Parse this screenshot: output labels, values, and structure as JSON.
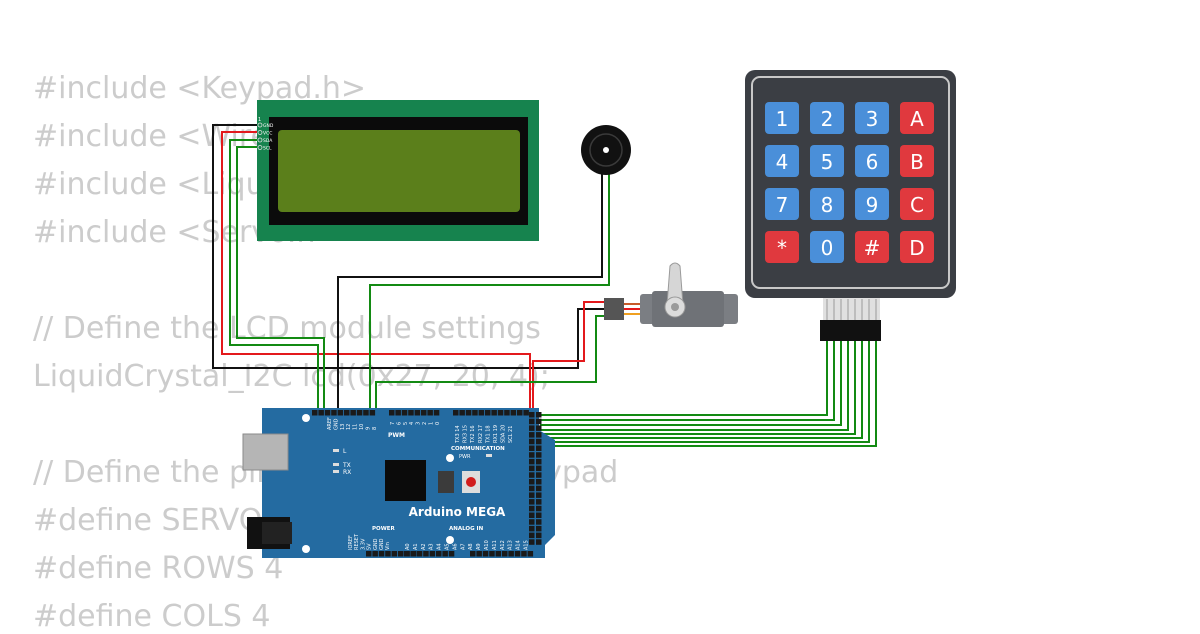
{
  "code": {
    "lines": [
      "#include <Keypad.h>",
      "#include <Wire.h>",
      "#include <LiquidCrystal_I2C.h>",
      "#include <Servo.h>",
      "",
      "// Define the LCD module settings",
      "LiquidCrystal_I2C lcd(0x27, 20, 4);",
      "",
      "// Define the pins for servo and keypad",
      "#define SERVO_PIN 9",
      "#define ROWS 4",
      "#define COLS 4"
    ]
  },
  "lcd": {
    "pins": [
      "GND",
      "VCC",
      "SDA",
      "SCL"
    ]
  },
  "keypad": {
    "keys": [
      "1",
      "2",
      "3",
      "A",
      "4",
      "5",
      "6",
      "B",
      "7",
      "8",
      "9",
      "C",
      "*",
      "0",
      "#",
      "D"
    ]
  },
  "arduino": {
    "board_name": "Arduino MEGA",
    "labels": {
      "pwm": "PWM",
      "communication": "COMMUNICATION",
      "power": "POWER",
      "analog_in": "ANALOG IN",
      "pwr": "PWR",
      "l": "L",
      "tx": "TX",
      "rx": "RX"
    },
    "top_pins_left": [
      "AREF",
      "GND",
      "13",
      "12",
      "11",
      "10",
      "9",
      "8"
    ],
    "top_pins_mid": [
      "7",
      "6",
      "5",
      "4",
      "3",
      "2",
      "1",
      "0"
    ],
    "top_pins_comm": [
      "TX3 14",
      "RX3 15",
      "TX2 16",
      "RX2 17",
      "TX1 18",
      "RX1 19",
      "SDA 20",
      "SCL 21"
    ],
    "power_pins": [
      "IOREF",
      "RESET",
      "3.3V",
      "5V",
      "GND",
      "GND",
      "Vin"
    ],
    "analog_pins": [
      "A0",
      "A1",
      "A2",
      "A3",
      "A4",
      "A5",
      "A6",
      "A7",
      "A8",
      "A9",
      "A10",
      "A11",
      "A12",
      "A13",
      "A14",
      "A15"
    ]
  },
  "colors": {
    "board": "#246ba1",
    "lcd_pcb": "#16834e",
    "lcd_screen": "#5b7f1b",
    "keypad_body": "#3b3e44",
    "key_blue": "#4a8fd9",
    "key_red": "#e0393e",
    "wire_green": "#138a13",
    "wire_red": "#e3191c",
    "wire_black": "#111111",
    "code_text": "#cccccc"
  }
}
